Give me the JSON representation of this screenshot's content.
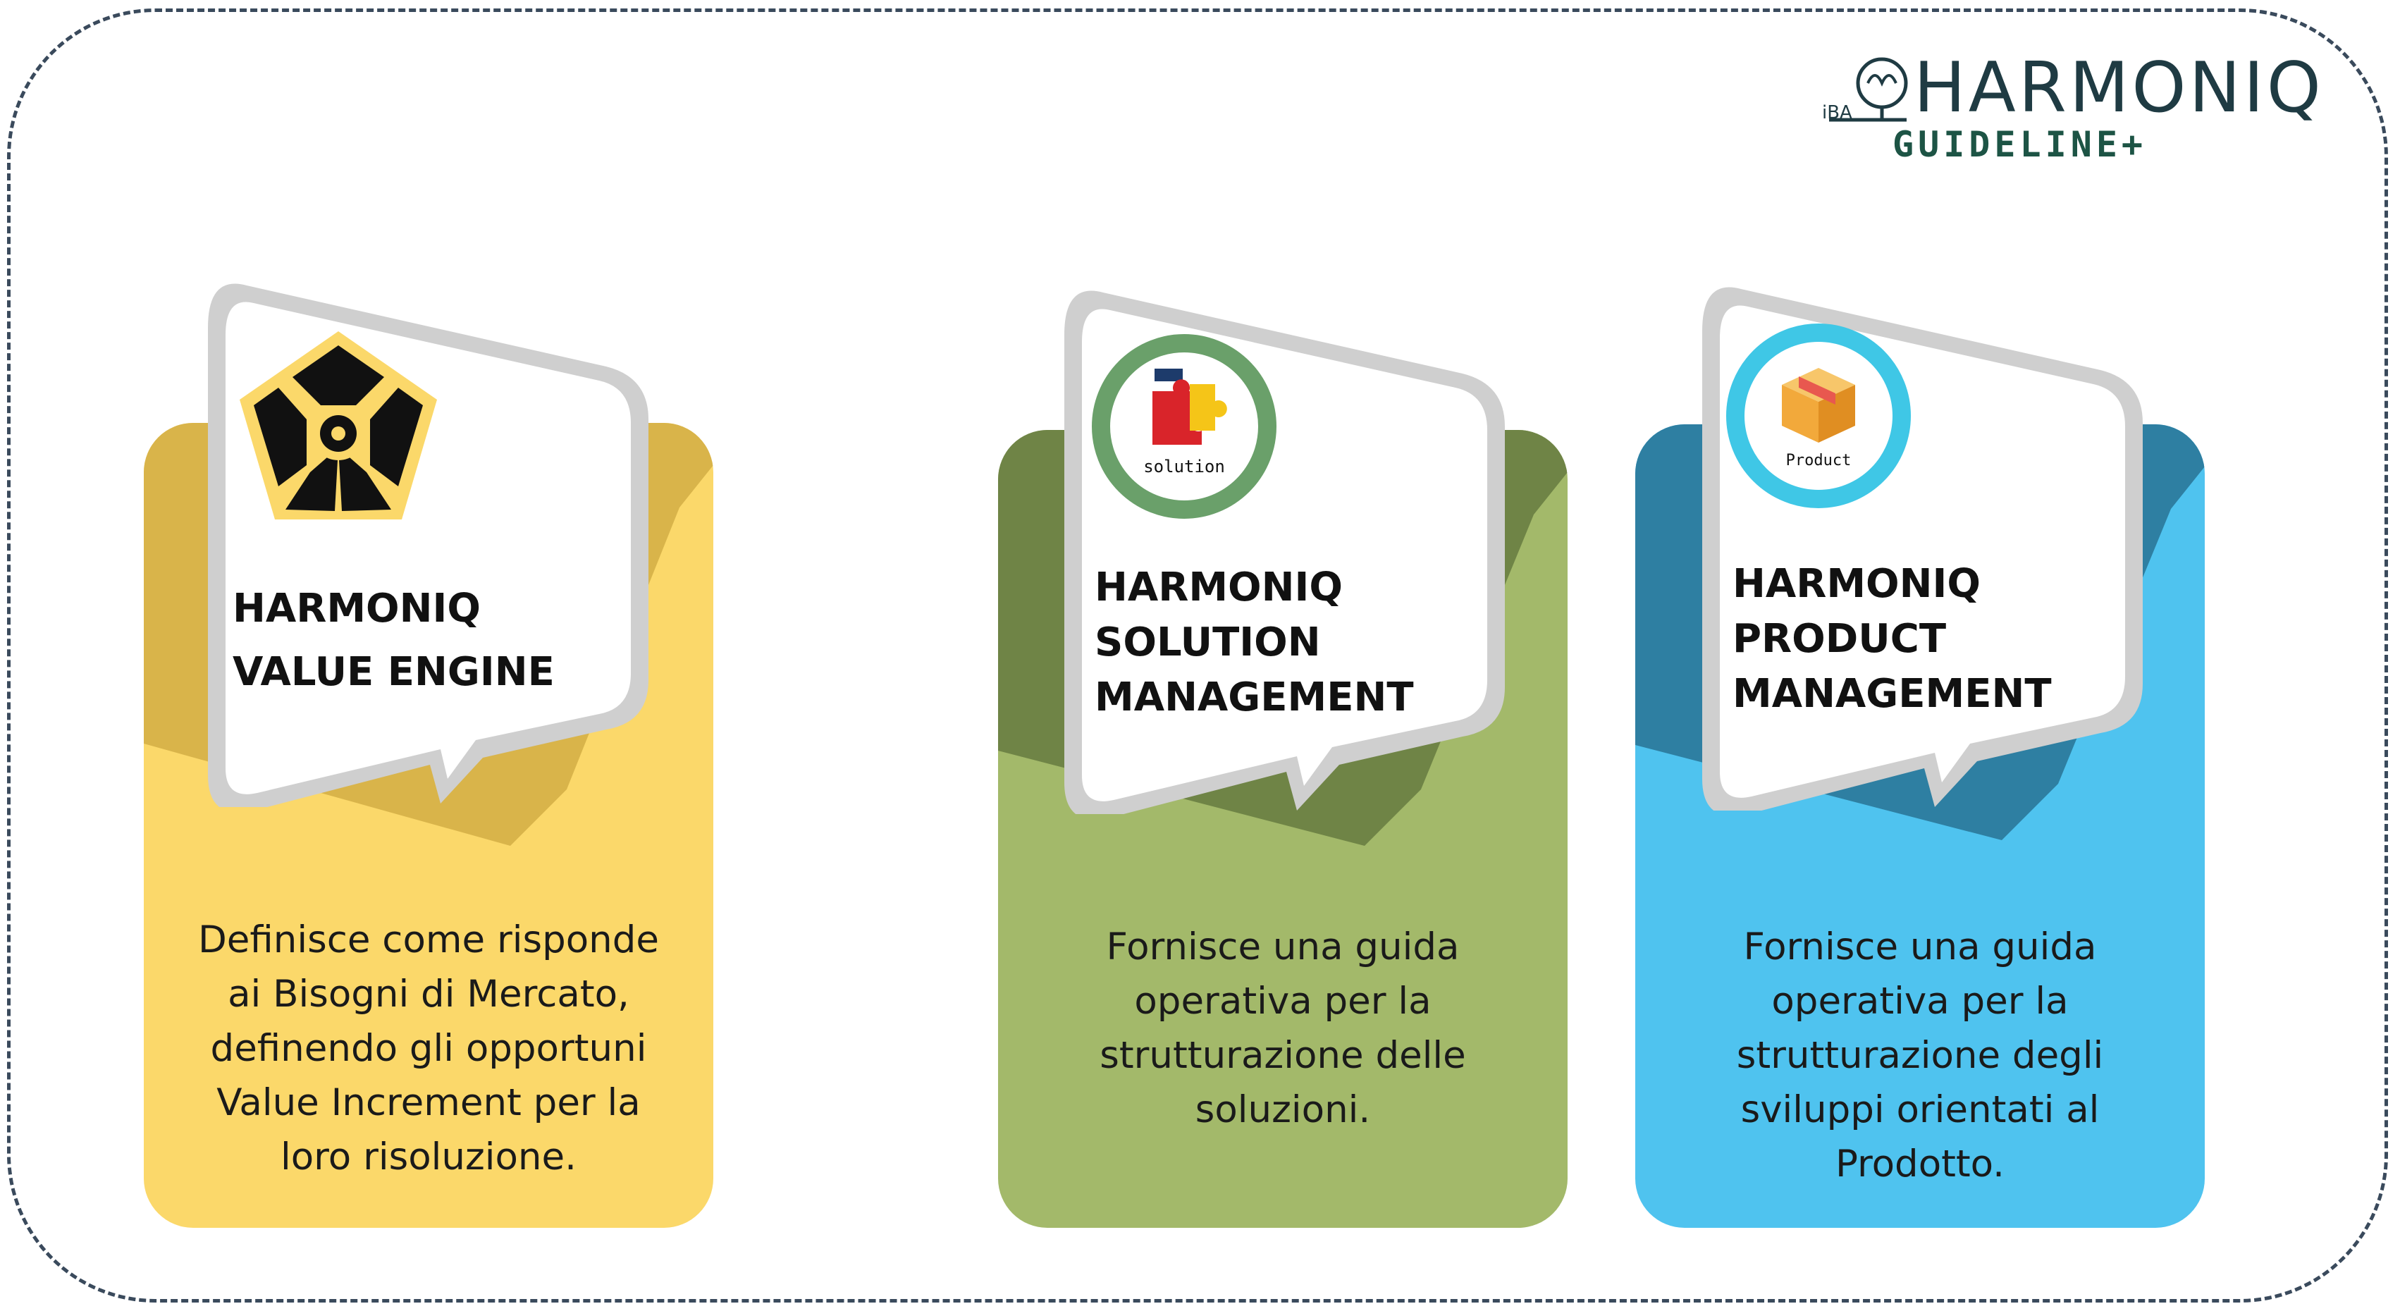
{
  "logo": {
    "brand": "HARMONIQ",
    "subtitle": "GUIDELINE+",
    "mark_label": "iBA"
  },
  "cards": [
    {
      "title_line1": "HARMONIQ",
      "title_line2": "VALUE ENGINE",
      "description": "Definisce come risponde ai Bisogni di Mercato, definendo gli opportuni Value Increment per la loro risoluzione.",
      "color": "#fbd86a",
      "shade": "#d9b44a",
      "icon": "pentagon-wheel-icon"
    },
    {
      "title_line1": "HARMONIQ",
      "title_line2": "SOLUTION",
      "title_line3": "MANAGEMENT",
      "description": "Fornisce una guida operativa per la strutturazione delle soluzioni.",
      "icon_label": "solution",
      "color": "#a3b96a",
      "shade": "#6f8446",
      "icon": "puzzle-icon"
    },
    {
      "title_line1": "HARMONIQ",
      "title_line2": "PRODUCT",
      "title_line3": "MANAGEMENT",
      "description": "Fornisce una guida operativa per la strutturazione degli sviluppi orientati al Prodotto.",
      "icon_label": "Product",
      "color": "#4fc3ef",
      "shade": "#2e7fa2",
      "icon": "box-icon"
    }
  ]
}
